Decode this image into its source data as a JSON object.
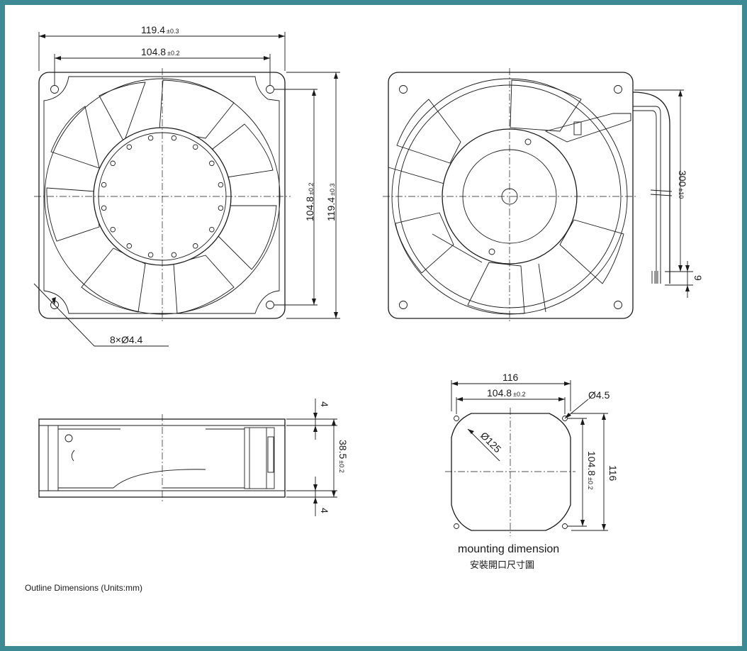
{
  "front_view": {
    "overall_width": {
      "value": "119.4",
      "tol": "±0.3"
    },
    "hole_pitch_h": {
      "value": "104.8",
      "tol": "±0.2"
    },
    "hole_pitch_v": {
      "value": "104.8",
      "tol": "±0.2"
    },
    "overall_height": {
      "value": "119.4",
      "tol": "±0.3"
    },
    "holes_note": "8×Ø4.4"
  },
  "rear_view": {
    "lead_length": {
      "value": "300",
      "tol": "±10"
    },
    "strip_length": "9"
  },
  "side_view": {
    "flange_top": "4",
    "depth": {
      "value": "38.5",
      "tol": "±0.2"
    },
    "flange_bottom": "4"
  },
  "mounting": {
    "overall_width": "116",
    "hole_pitch_h": {
      "value": "104.8",
      "tol": "±0.2"
    },
    "hole_dia": "Ø4.5",
    "cutout_dia": "Ø125",
    "hole_pitch_v": {
      "value": "104.8",
      "tol": "±0.2"
    },
    "overall_height": "116",
    "caption_en": "mounting dimension",
    "caption_cn": "安裝開口尺寸圖"
  },
  "footer_note": "Outline Dimensions (Units:mm)",
  "colors": {
    "frame": "#3d8a94",
    "line": "#1a1a1a",
    "background": "#ffffff"
  }
}
